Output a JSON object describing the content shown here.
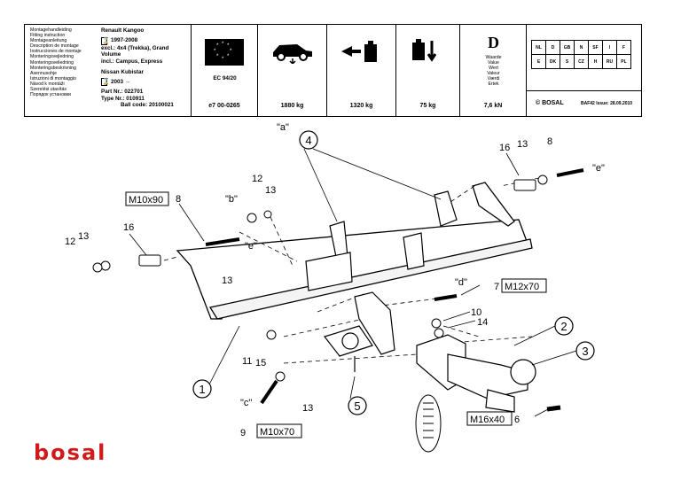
{
  "header": {
    "languages": [
      "Montagehandleiding",
      "Fitting instruction",
      "Montageanleitung",
      "Description de montage",
      "Instrucciones de montaje",
      "Monteringsvejledning",
      "Monteringsveiledning",
      "Monteringsbeskrivning",
      "Asennusohje",
      "Istruzioni di montaggio",
      "Návod k montáži",
      "Szerelési utasítás",
      "Порядок установки"
    ],
    "vehicle_1": "Renault Kangoo",
    "years_1": "1997-2008",
    "excl": "excl.: 4x4 (Trekka), Grand Volume",
    "incl": "incl.: Campus, Express",
    "vehicle_2": "Nissan Kubistar",
    "years_2": "2003 →",
    "part_nr": "Part Nr.:  022701",
    "type_nr": "Type Nr.: 010911",
    "ball_code": "Ball code: 20100021",
    "ec": "EC 94/20",
    "approval": "e7   00-0265",
    "max_weight": "1880 kg",
    "trailer_weight": "1320 kg",
    "vertical_load": "75 kg",
    "d_value": "7,6 kN",
    "d_letter": "D",
    "d_words": [
      "Waarde",
      "Value",
      "Wert",
      "Valeur",
      "Værdi",
      "Ertek"
    ],
    "countries": [
      "NL",
      "D",
      "GB",
      "N",
      "SF",
      "I",
      "F",
      "E",
      "DK",
      "S",
      "CZ",
      "H",
      "RU",
      "PL"
    ],
    "copyright": "© BOSAL",
    "issue": "BAF42 Issue: 28.09.2010"
  },
  "callouts": {
    "a": "\"a\"",
    "b": "\"b\"",
    "c": "\"c\"",
    "d": "\"d\"",
    "e": "\"e\"",
    "m10x90": "M10x90",
    "m12x70": "M12x70",
    "m16x40": "M16x40",
    "m10x70": "M10x70",
    "n1": "1",
    "n2": "2",
    "n3": "3",
    "n4": "4",
    "n5": "5",
    "n6": "6",
    "n7": "7",
    "n8": "8",
    "n9": "9",
    "n10": "10",
    "n11": "11",
    "n12": "12",
    "n13": "13",
    "n14": "14",
    "n15": "15",
    "n16": "16"
  },
  "brand": "bosal"
}
